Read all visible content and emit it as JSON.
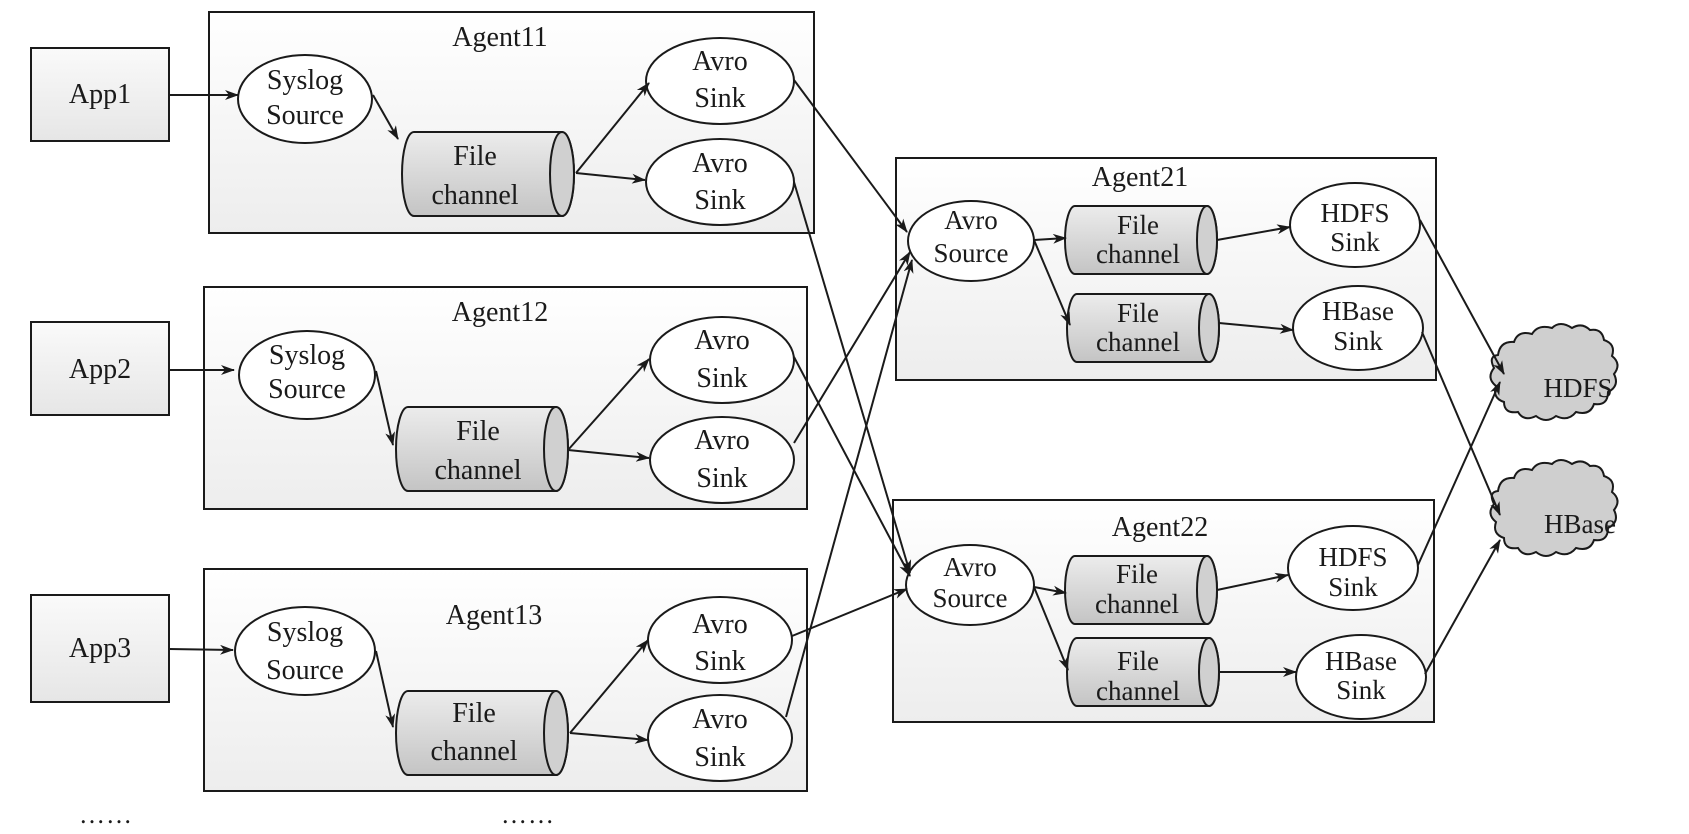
{
  "apps": [
    {
      "id": "app1",
      "label": "App1"
    },
    {
      "id": "app2",
      "label": "App2"
    },
    {
      "id": "app3",
      "label": "App3"
    }
  ],
  "ellipsis": "……",
  "tier1_agents": [
    {
      "id": "agent11",
      "title": "Agent11",
      "source": [
        "Syslog",
        "Source"
      ],
      "channel": [
        "File",
        "channel"
      ],
      "sink_a": [
        "Avro",
        "Sink"
      ],
      "sink_b": [
        "Avro",
        "Sink"
      ]
    },
    {
      "id": "agent12",
      "title": "Agent12",
      "source": [
        "Syslog",
        "Source"
      ],
      "channel": [
        "File",
        "channel"
      ],
      "sink_a": [
        "Avro",
        "Sink"
      ],
      "sink_b": [
        "Avro",
        "Sink"
      ]
    },
    {
      "id": "agent13",
      "title": "Agent13",
      "source": [
        "Syslog",
        "Source"
      ],
      "channel": [
        "File",
        "channel"
      ],
      "sink_a": [
        "Avro",
        "Sink"
      ],
      "sink_b": [
        "Avro",
        "Sink"
      ]
    }
  ],
  "tier2_agents": [
    {
      "id": "agent21",
      "title": "Agent21",
      "source": [
        "Avro",
        "Source"
      ],
      "channel_a": [
        "File",
        "channel"
      ],
      "channel_b": [
        "File",
        "channel"
      ],
      "sink_a": [
        "HDFS",
        "Sink"
      ],
      "sink_b": [
        "HBase",
        "Sink"
      ]
    },
    {
      "id": "agent22",
      "title": "Agent22",
      "source": [
        "Avro",
        "Source"
      ],
      "channel_a": [
        "File",
        "channel"
      ],
      "channel_b": [
        "File",
        "channel"
      ],
      "sink_a": [
        "HDFS",
        "Sink"
      ],
      "sink_b": [
        "HBase",
        "Sink"
      ]
    }
  ],
  "stores": [
    {
      "id": "hdfs",
      "label": "HDFS"
    },
    {
      "id": "hbase",
      "label": "HBase"
    }
  ]
}
